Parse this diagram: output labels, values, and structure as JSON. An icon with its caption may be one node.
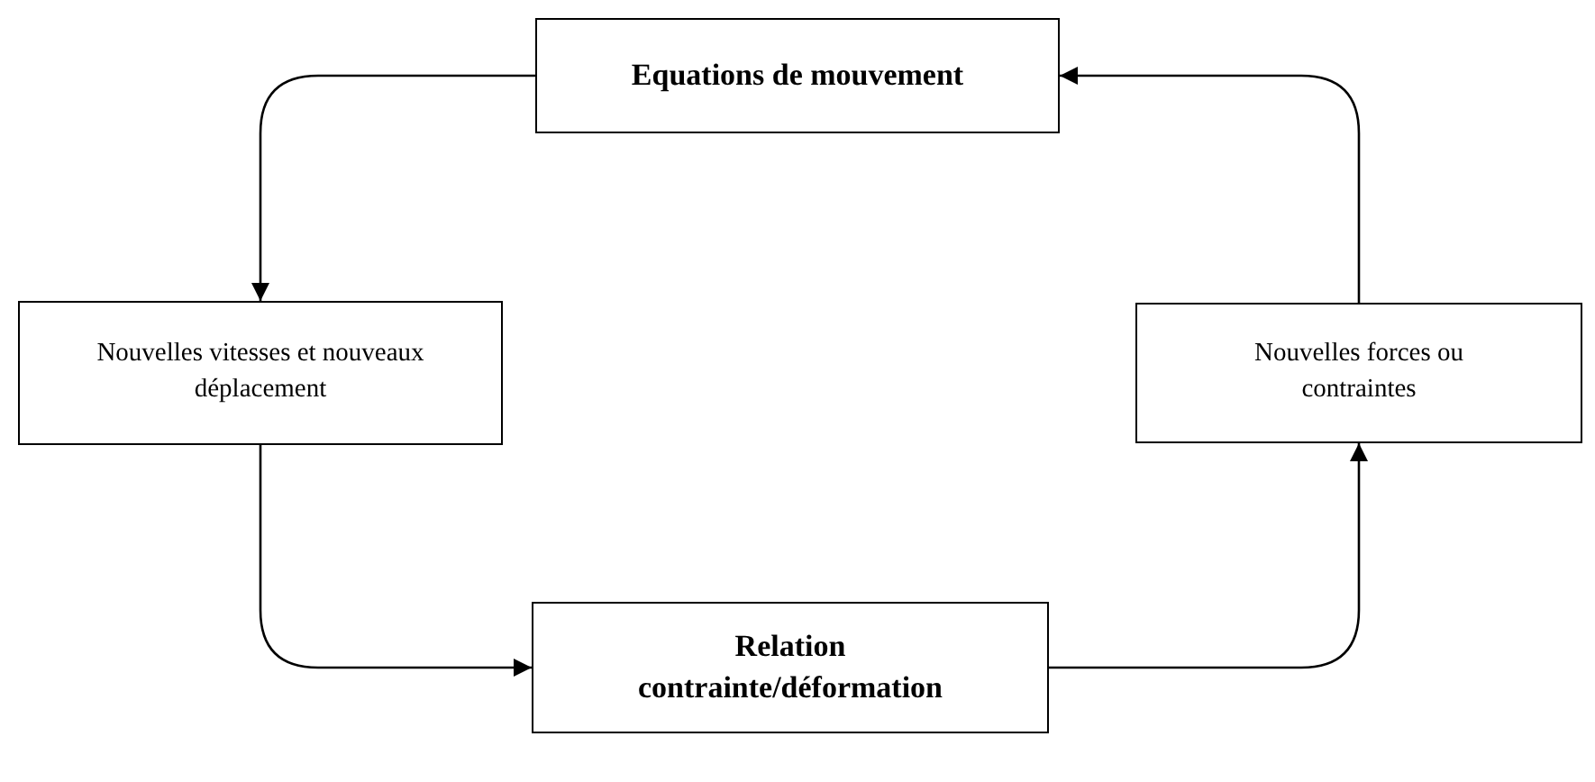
{
  "diagram": {
    "nodes": [
      {
        "text": [
          "Equations de mouvement"
        ]
      },
      {
        "text": [
          "Nouvelles vitesses et nouveaux déplacement"
        ]
      },
      {
        "text": [
          "Relation contrainte/déformation"
        ]
      },
      {
        "text": [
          "Nouvelles forces ou contraintes"
        ]
      }
    ],
    "edges": [
      {
        "from": 0,
        "to": 1,
        "arrow": "to"
      },
      {
        "from": 1,
        "to": 2,
        "arrow": "to"
      },
      {
        "from": 2,
        "to": 3,
        "arrow": "to"
      },
      {
        "from": 3,
        "to": 0,
        "arrow": "to"
      }
    ]
  }
}
